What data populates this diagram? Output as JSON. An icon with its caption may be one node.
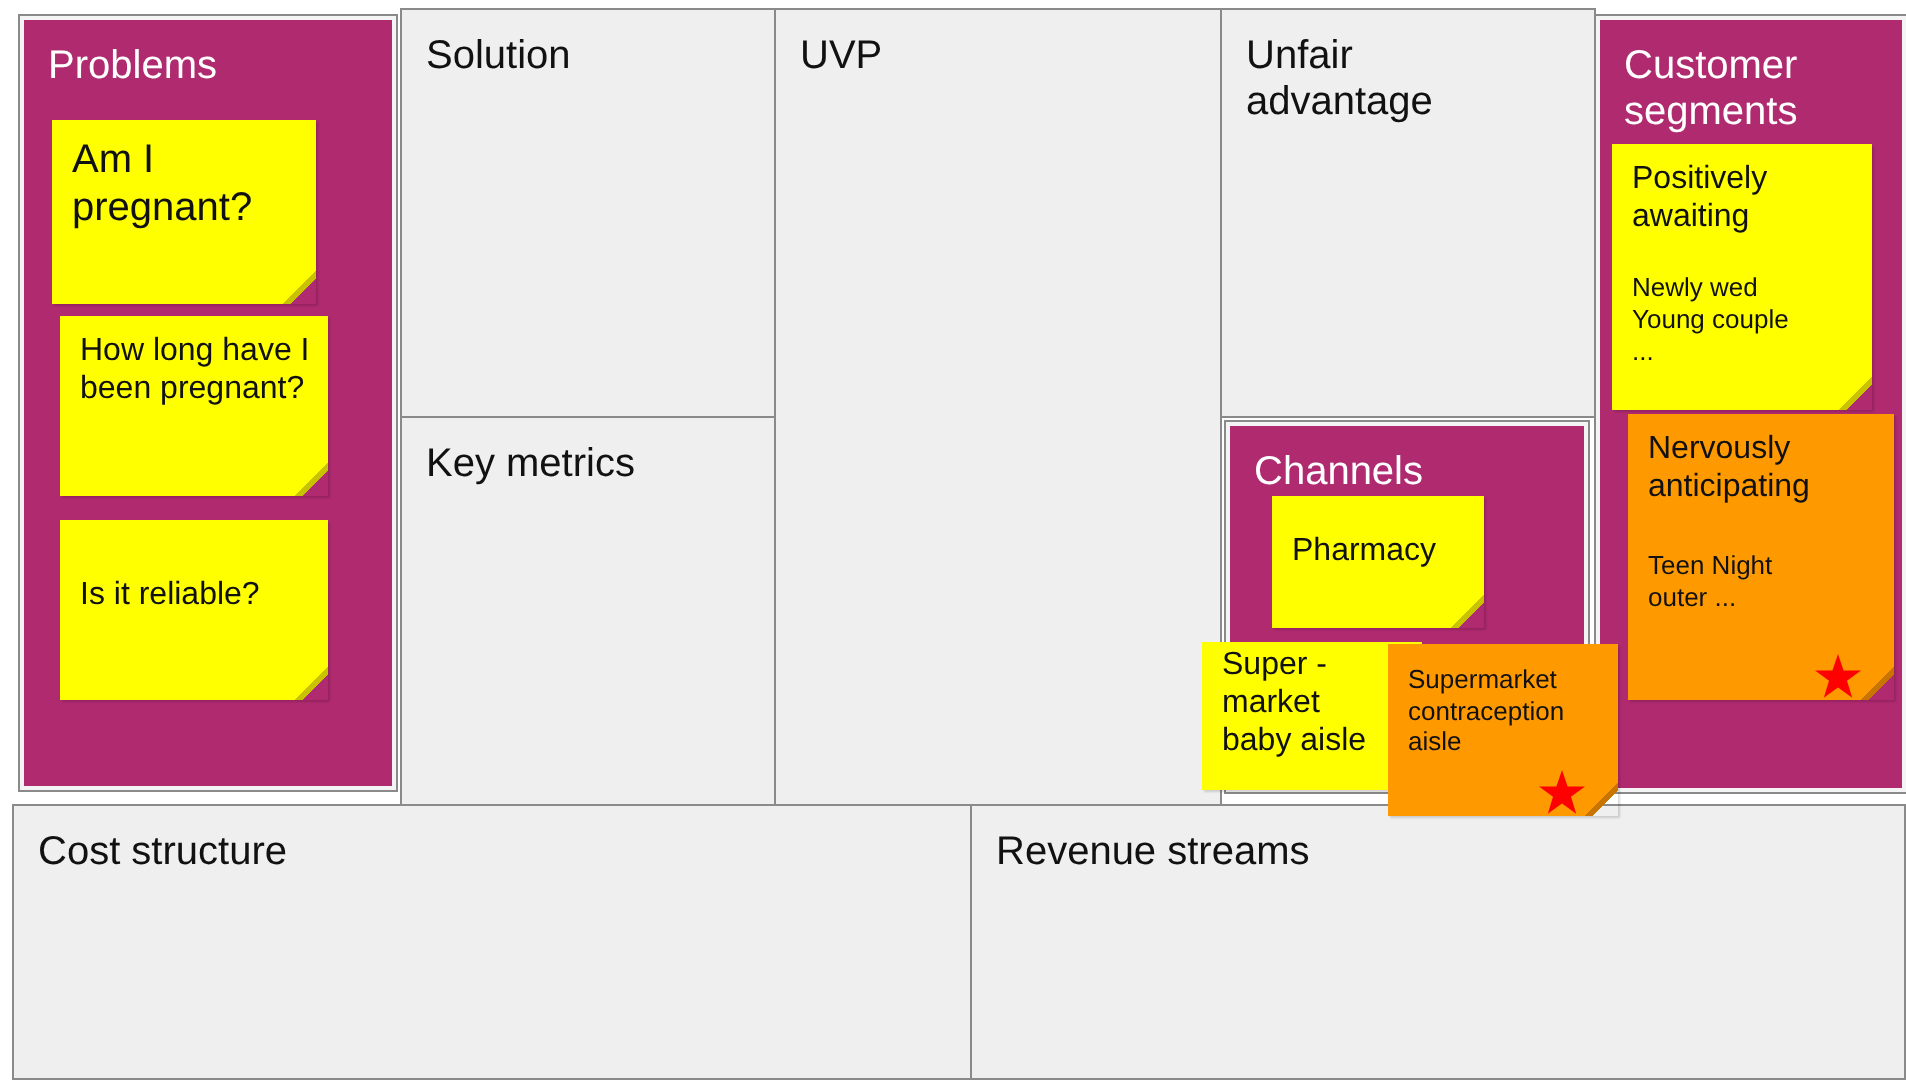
{
  "diagram": {
    "nodes": [
      {
        "text": [
          "Problems"
        ]
      },
      {
        "text": [
          "Am I pregnant?"
        ],
        "in": 0
      },
      {
        "text": [
          "How long have I been pregnant?"
        ],
        "in": 0
      },
      {
        "text": [
          "Is it reliable?"
        ],
        "in": 0
      },
      {
        "text": [
          "Solution"
        ]
      },
      {
        "text": [
          "Key metrics"
        ]
      },
      {
        "text": [
          "UVP"
        ]
      },
      {
        "text": [
          "Unfair advantage"
        ]
      },
      {
        "text": [
          "Channels"
        ]
      },
      {
        "text": [
          "Pharmacy"
        ],
        "in": 8
      },
      {
        "text": [
          "Super -market baby aisle"
        ]
      },
      {
        "text": [
          "Supermarket contraception aisle"
        ]
      },
      {
        "text": [
          "Customer segments"
        ]
      },
      {
        "text": [
          "Positively awaiting",
          "Newly wed Young couple ..."
        ],
        "in": 12
      },
      {
        "text": [
          "Nervously anticipating",
          "Teen Night outer ..."
        ],
        "in": 12
      },
      {
        "text": [
          "Cost structure"
        ]
      },
      {
        "text": [
          "Revenue streams"
        ]
      }
    ]
  }
}
